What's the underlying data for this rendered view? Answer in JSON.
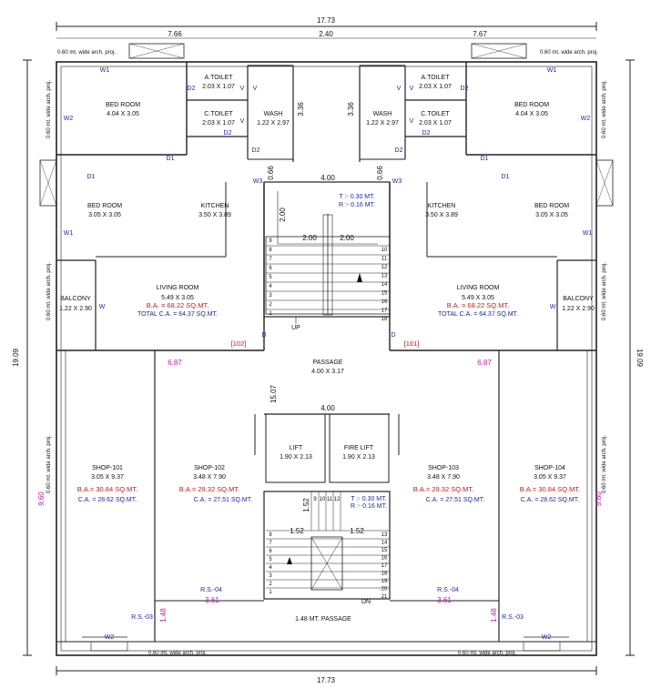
{
  "overall": {
    "width_top": "17.73",
    "width_bottom": "17.73",
    "height_left": "19.09",
    "height_right": "19.09"
  },
  "dims": {
    "left_wing": "7.66",
    "center": "2.40",
    "right_wing": "7.67",
    "wash_h_left": "3.36",
    "wash_h_right": "3.36",
    "stair_w": "4.00",
    "lobby_w": "4.00",
    "stair_2": "2.00",
    "stair_3": "2.00",
    "stair_4": "2.00",
    "w066_left": "0.66",
    "w066_right": "0.66",
    "shop_span_left": "6.87",
    "shop_span_right": "6.87",
    "passage_h": "15.07",
    "shop101_h": "9.60",
    "shop104_h": "9.60",
    "rs04_left_val": "3.61",
    "rs04_right_val": "3.61",
    "rs03_left_val": "1.48",
    "rs03_right_val": "1.48",
    "lower_stair_w1": "1.52",
    "lower_stair_w2": "1.52",
    "lower_stair_h": "1.52"
  },
  "proj": {
    "top_left": "0.60 mt. wide arch. proj.",
    "top_right": "0.60 mt. wide arch. proj.",
    "bottom_left": "0.60 mt. wide arch. proj.",
    "bottom_right": "0.60 mt. wide arch. proj.",
    "side_l1": "0.60 mt. wide arch. proj.",
    "side_l2": "0.60 mt. wide arch. proj.",
    "side_l3": "0.60 mt. wide arch. proj.",
    "side_r1": "0.60 mt. wide arch. proj.",
    "side_r2": "0.60 mt. wide arch. proj.",
    "side_r3": "0.60 mt. wide arch. proj."
  },
  "left_unit": {
    "bed1": {
      "name": "BED ROOM",
      "size": "4.04 X 3.05"
    },
    "bed2": {
      "name": "BED ROOM",
      "size": "3.05 X 3.05"
    },
    "atoilet": {
      "name": "A.TOILET",
      "size": "2.03 X 1.07"
    },
    "ctoilet": {
      "name": "C.TOILET",
      "size": "2.03 X 1.07"
    },
    "wash": {
      "name": "WASH",
      "size": "1.22 X 2.97"
    },
    "kitchen": {
      "name": "KITCHEN",
      "size": "3.50 X 3.89"
    },
    "living": {
      "name": "LIVING ROOM",
      "size": "5.49 X 3.05",
      "ba": "B.A. = 68.22 SQ.MT.",
      "ca": "TOTAL C.A. = 64.37 SQ.MT."
    },
    "balcony": {
      "name": "BALCONY",
      "size": "1.22 X 2.90"
    },
    "flat_no": "[102]"
  },
  "right_unit": {
    "bed1": {
      "name": "BED ROOM",
      "size": "4.04 X 3.05"
    },
    "bed2": {
      "name": "BED ROOM",
      "size": "3.05 X 3.05"
    },
    "atoilet": {
      "name": "A.TOILET",
      "size": "2.03 X 1.07"
    },
    "ctoilet": {
      "name": "C.TOILET",
      "size": "2.03 X 1.07"
    },
    "wash": {
      "name": "WASH",
      "size": "1.22 X 2.97"
    },
    "kitchen": {
      "name": "KITCHEN",
      "size": "3.50 X 3.89"
    },
    "living": {
      "name": "LIVING ROOM",
      "size": "5.49 X 3.05",
      "ba": "B.A. = 68.22 SQ.MT.",
      "ca": "TOTAL C.A. = 64.37 SQ.MT."
    },
    "balcony": {
      "name": "BALCONY",
      "size": "1.22 X 2.90"
    },
    "flat_no": "[101]"
  },
  "openings": {
    "w1": "W1",
    "w2": "W2",
    "w3": "W3",
    "w": "W",
    "d": "D",
    "d1": "D1",
    "d2": "D2",
    "v": "V"
  },
  "core": {
    "upper_stair_note_t": "T :- 0.30 MT.",
    "upper_stair_note_r": "R :- 0.16 MT.",
    "upper_up": "UP",
    "upper_steps_left": [
      "9",
      "8",
      "7",
      "6",
      "5",
      "4",
      "3",
      "2",
      "1"
    ],
    "upper_steps_right": [
      "10",
      "11",
      "12",
      "13",
      "14",
      "15",
      "16",
      "17",
      "18"
    ],
    "passage": {
      "name": "PASSAGE",
      "size": "4.00 X 3.17"
    },
    "lift": {
      "name": "LIFT",
      "size": "1.90 X 2.13"
    },
    "fire_lift": {
      "name": "FIRE LIFT",
      "size": "1.90 X 2.13"
    },
    "lower_stair_note_t": "T :- 0.30 MT.",
    "lower_stair_note_r": "R :- 0.16 MT.",
    "lower_dn": "DN",
    "lower_steps_top": [
      "9",
      "10",
      "11",
      "12"
    ],
    "lower_steps_left": [
      "8",
      "7",
      "6",
      "5",
      "4",
      "3",
      "2",
      "1"
    ],
    "lower_steps_right": [
      "13",
      "14",
      "15",
      "16",
      "17",
      "18",
      "19",
      "20",
      "21"
    ],
    "bottom_passage": "1.48 MT. PASSAGE"
  },
  "shops": [
    {
      "name": "SHOP-101",
      "size": "3.05 X 9.37",
      "ba": "B.A.= 30.84 SQ.MT.",
      "ca": "C.A. = 28.62 SQ.MT."
    },
    {
      "name": "SHOP-102",
      "size": "3.48 X 7.90",
      "ba": "B.A.= 29.32 SQ.MT.",
      "ca": "C.A. = 27.51 SQ.MT."
    },
    {
      "name": "SHOP-103",
      "size": "3.48 X 7.90",
      "ba": "B.A.= 29.32 SQ.MT.",
      "ca": "C.A. = 27.51 SQ.MT."
    },
    {
      "name": "SHOP-104",
      "size": "3.05 X 9.37",
      "ba": "B.A.= 30.84 SQ.MT.",
      "ca": "C.A. = 28.62 SQ.MT."
    }
  ],
  "rs": {
    "rs04_left": "R.S.-04",
    "rs04_right": "R.S.-04",
    "rs03_left": "R.S.-03",
    "rs03_right": "R.S.-03"
  }
}
